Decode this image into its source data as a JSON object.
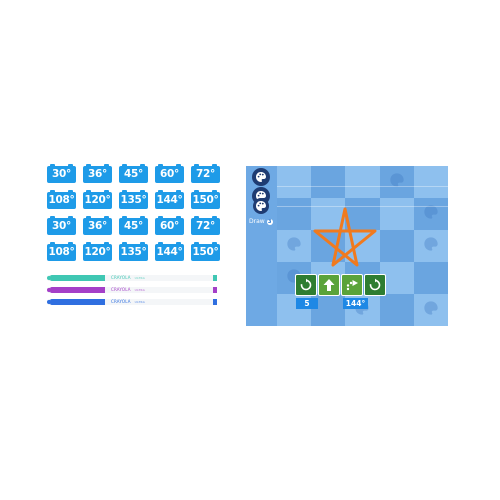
{
  "angle_cards": {
    "rows": [
      [
        "30°",
        "36°",
        "45°",
        "60°",
        "72°"
      ],
      [
        "108°",
        "120°",
        "135°",
        "144°",
        "150°"
      ],
      [
        "30°",
        "36°",
        "45°",
        "60°",
        "72°"
      ],
      [
        "108°",
        "120°",
        "135°",
        "144°",
        "150°"
      ]
    ],
    "color": "#1e9be8"
  },
  "markers": [
    {
      "color": "#3fc7b3",
      "brand": "CRAYOLA",
      "sub": "ULTRA"
    },
    {
      "color": "#a43fc8",
      "brand": "CRAYOLA",
      "sub": "ULTRA"
    },
    {
      "color": "#2f6fe0",
      "brand": "CRAYOLA",
      "sub": "ULTRA"
    }
  ],
  "app": {
    "sidebar": {
      "buttons": [
        "palette-icon",
        "palette-icon",
        "palette-icon"
      ],
      "draw_label": "Draw",
      "draw_count": "3"
    },
    "drawing": {
      "shape": "star",
      "stroke_color": "#f07a1e"
    },
    "code_blocks": [
      {
        "name": "repeat-block",
        "icon": "repeat-icon"
      },
      {
        "name": "move-forward-block",
        "icon": "arrow-up-icon"
      },
      {
        "name": "turn-block",
        "icon": "turn-icon"
      },
      {
        "name": "end-repeat-block",
        "icon": "repeat-icon"
      }
    ],
    "params": {
      "repeat_count": "5",
      "turn_angle": "144°"
    }
  }
}
